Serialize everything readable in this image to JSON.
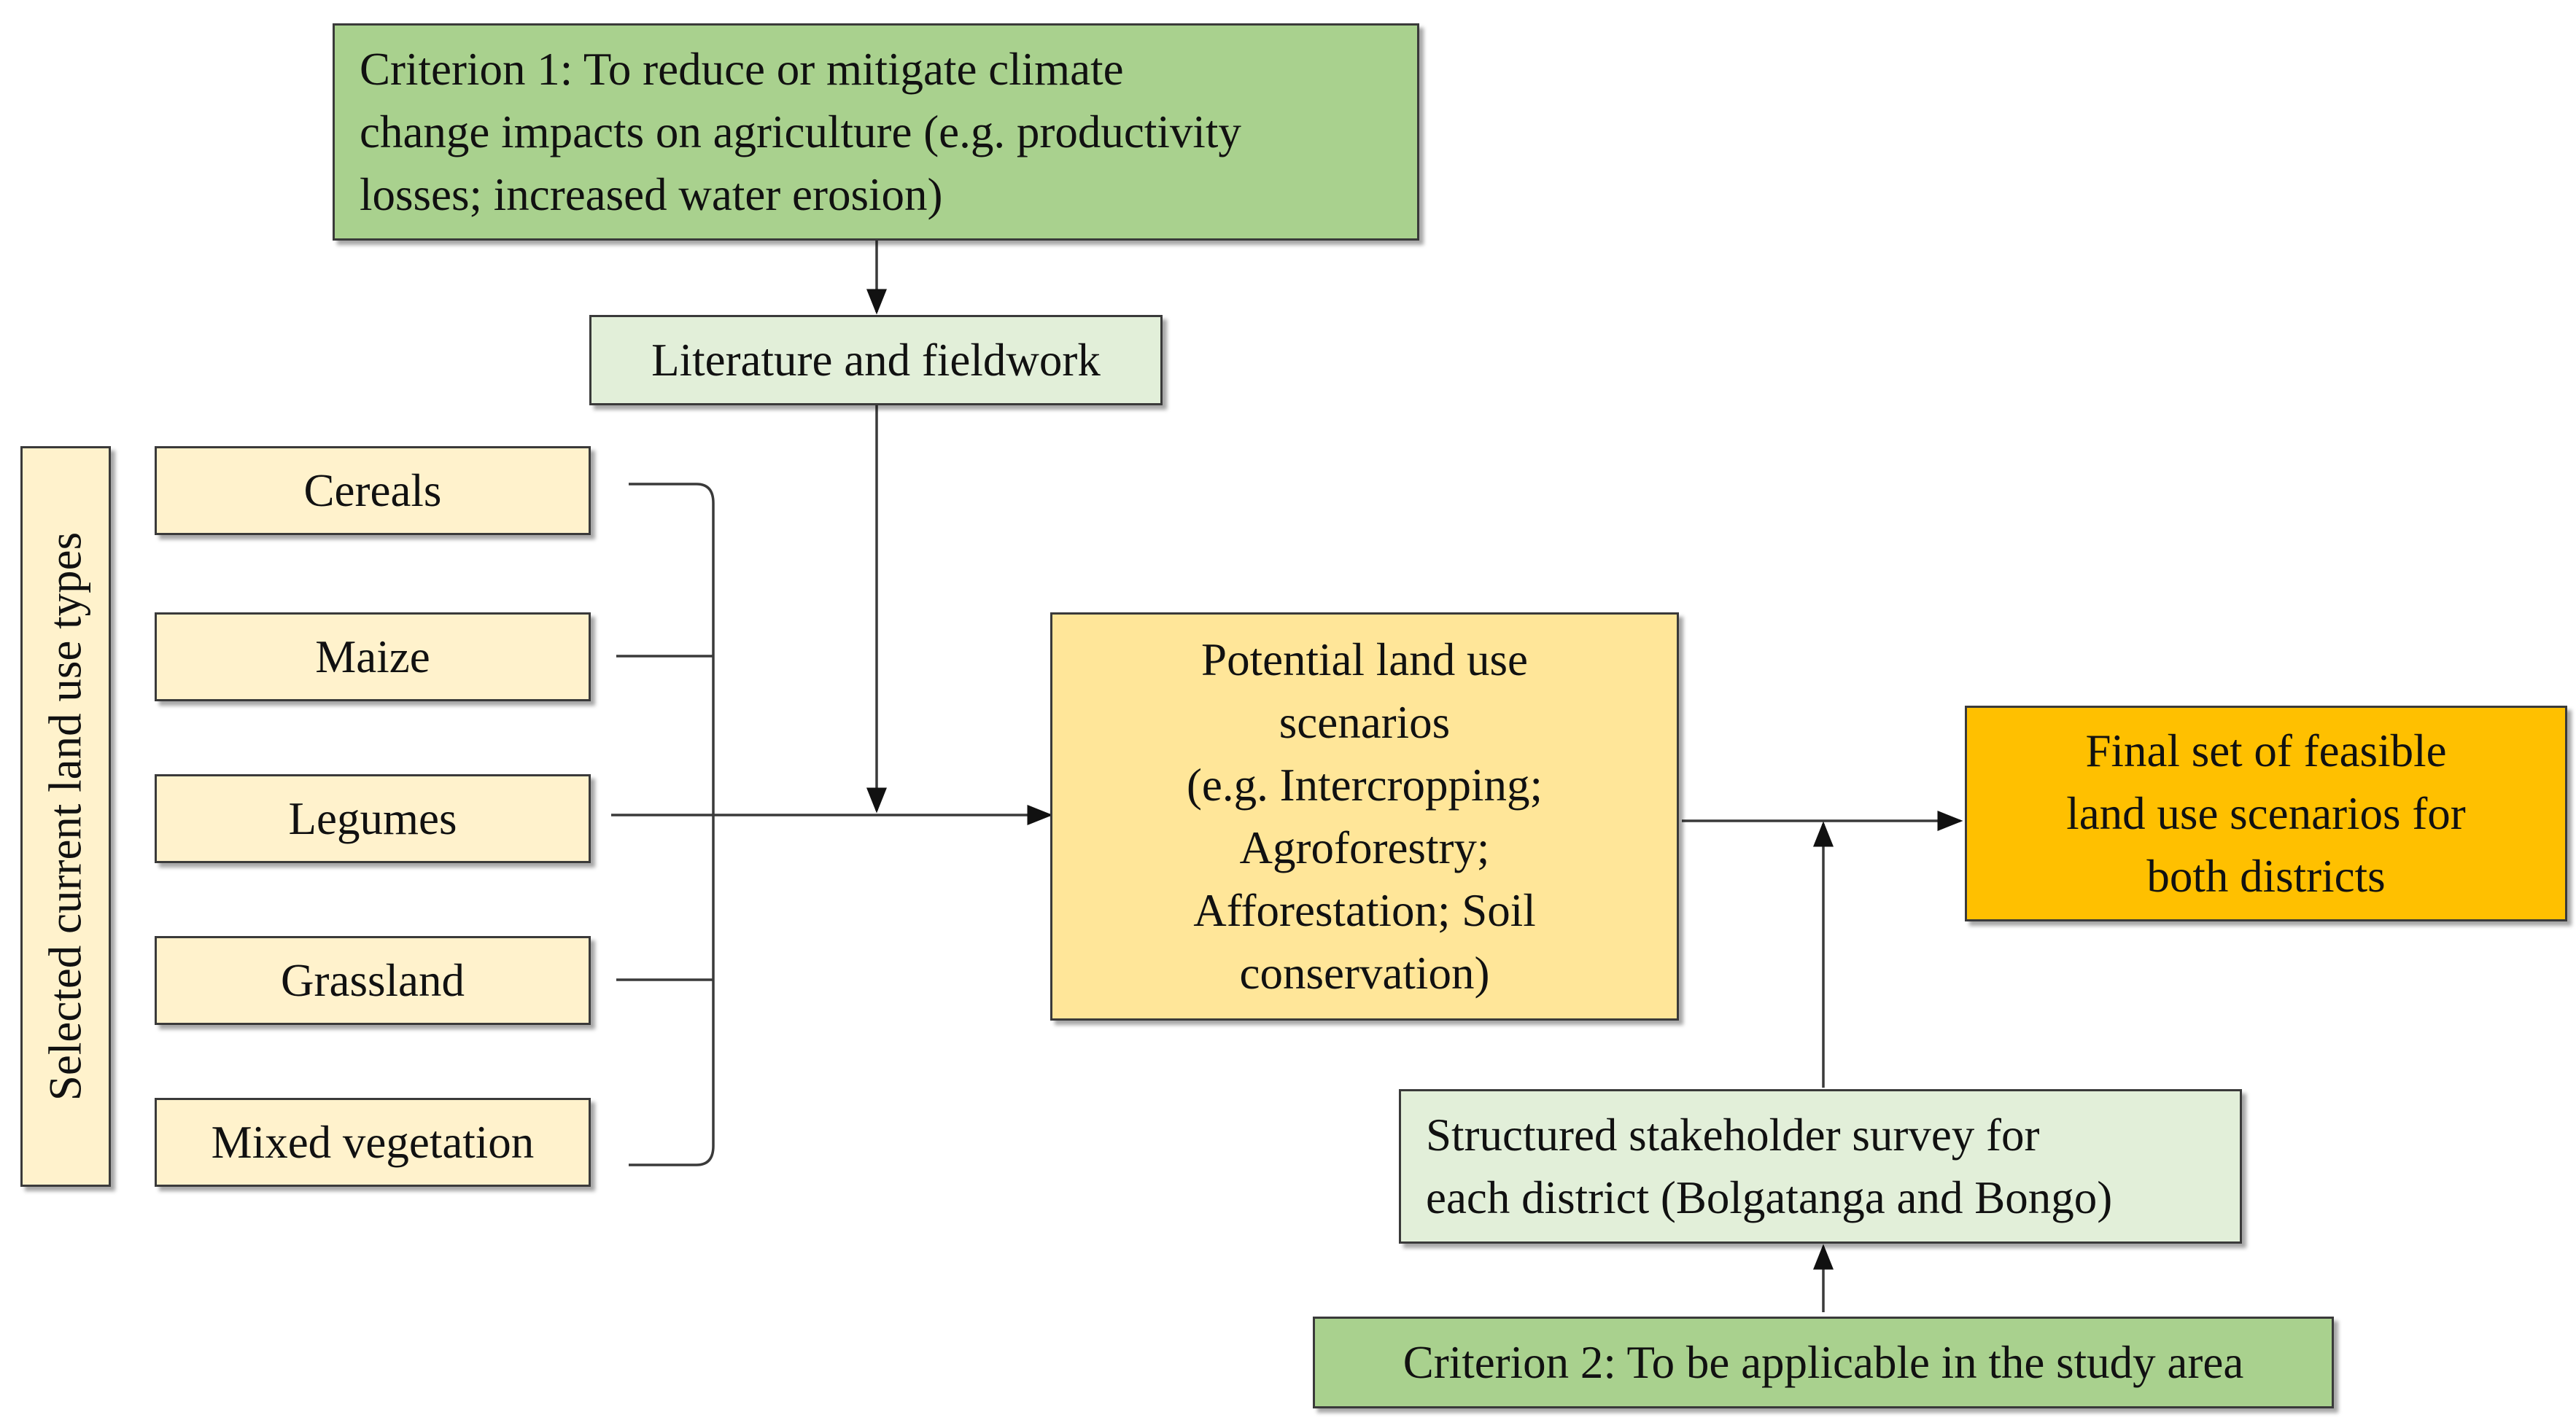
{
  "colors": {
    "criterion_fill": "#a9d18e",
    "light_green_fill": "#e2efd9",
    "land_use_fill": "#fff2cc",
    "scenario_fill": "#ffe699",
    "final_fill": "#ffc000",
    "line": "#3a3a3a"
  },
  "criterion1": {
    "lines": [
      "Criterion 1: To reduce or mitigate climate",
      "change impacts on agriculture (e.g. productivity",
      "losses; increased water erosion)"
    ]
  },
  "literature": {
    "label": "Literature and fieldwork"
  },
  "sidebar": {
    "label": "Selected current land use types"
  },
  "land_use_types": [
    "Cereals",
    "Maize",
    "Legumes",
    "Grassland",
    "Mixed vegetation"
  ],
  "potential": {
    "lines": [
      "Potential land use",
      "scenarios",
      "(e.g. Intercropping;",
      "Agroforestry;",
      "Afforestation; Soil",
      "conservation)"
    ]
  },
  "final": {
    "lines": [
      "Final set of feasible",
      "land use scenarios for",
      "both districts"
    ]
  },
  "survey": {
    "lines": [
      "Structured stakeholder survey for",
      "each district (Bolgatanga and Bongo)"
    ]
  },
  "criterion2": {
    "label": "Criterion 2: To be applicable in the study area"
  }
}
